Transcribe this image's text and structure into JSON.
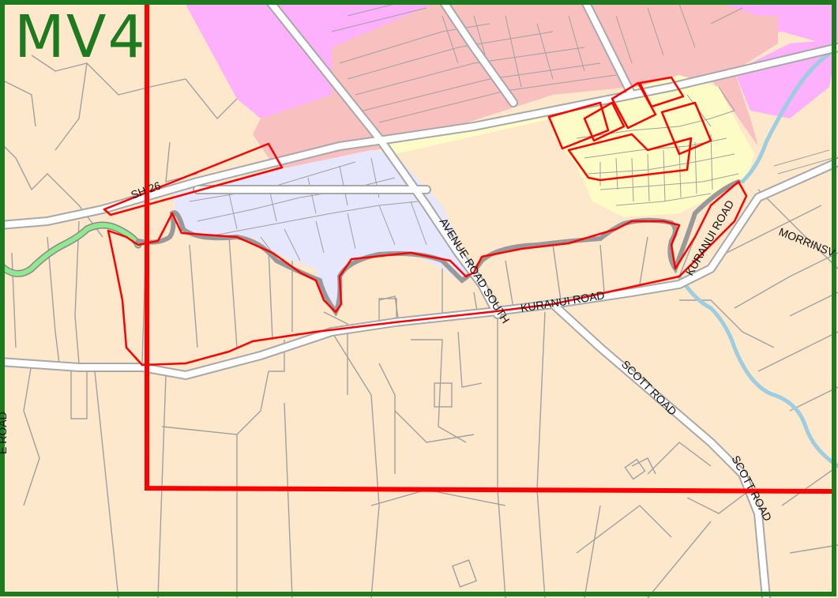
{
  "map": {
    "sheet_label": "MV4",
    "roads": {
      "sh26": "SH 26",
      "avenue_road_south": "AVENUE ROAD SOUTH",
      "kuranui_road_west": "KURANUI ROAD",
      "kuranui_road_north": "KURANUI ROAD",
      "morrinsville": "MORRINSV",
      "scott_road_upper": "SCOTT ROAD",
      "scott_road_lower": "SCOTT ROAD",
      "left_road": "E ROAD"
    },
    "colors": {
      "rural": "#fde8cc",
      "commercial_pink": "#f9c0c0",
      "industrial_magenta": "#fdb0fb",
      "residential_lavender": "#e6e6fc",
      "residential_yellow": "#fdfcc6",
      "stream_blue": "#9ccde0",
      "stream_green": "#90e890",
      "boundary_red": "#ff0000",
      "frame_green": "#1e7a1e",
      "road_white": "#ffffff",
      "parcel_line": "#a0a0a0"
    }
  }
}
